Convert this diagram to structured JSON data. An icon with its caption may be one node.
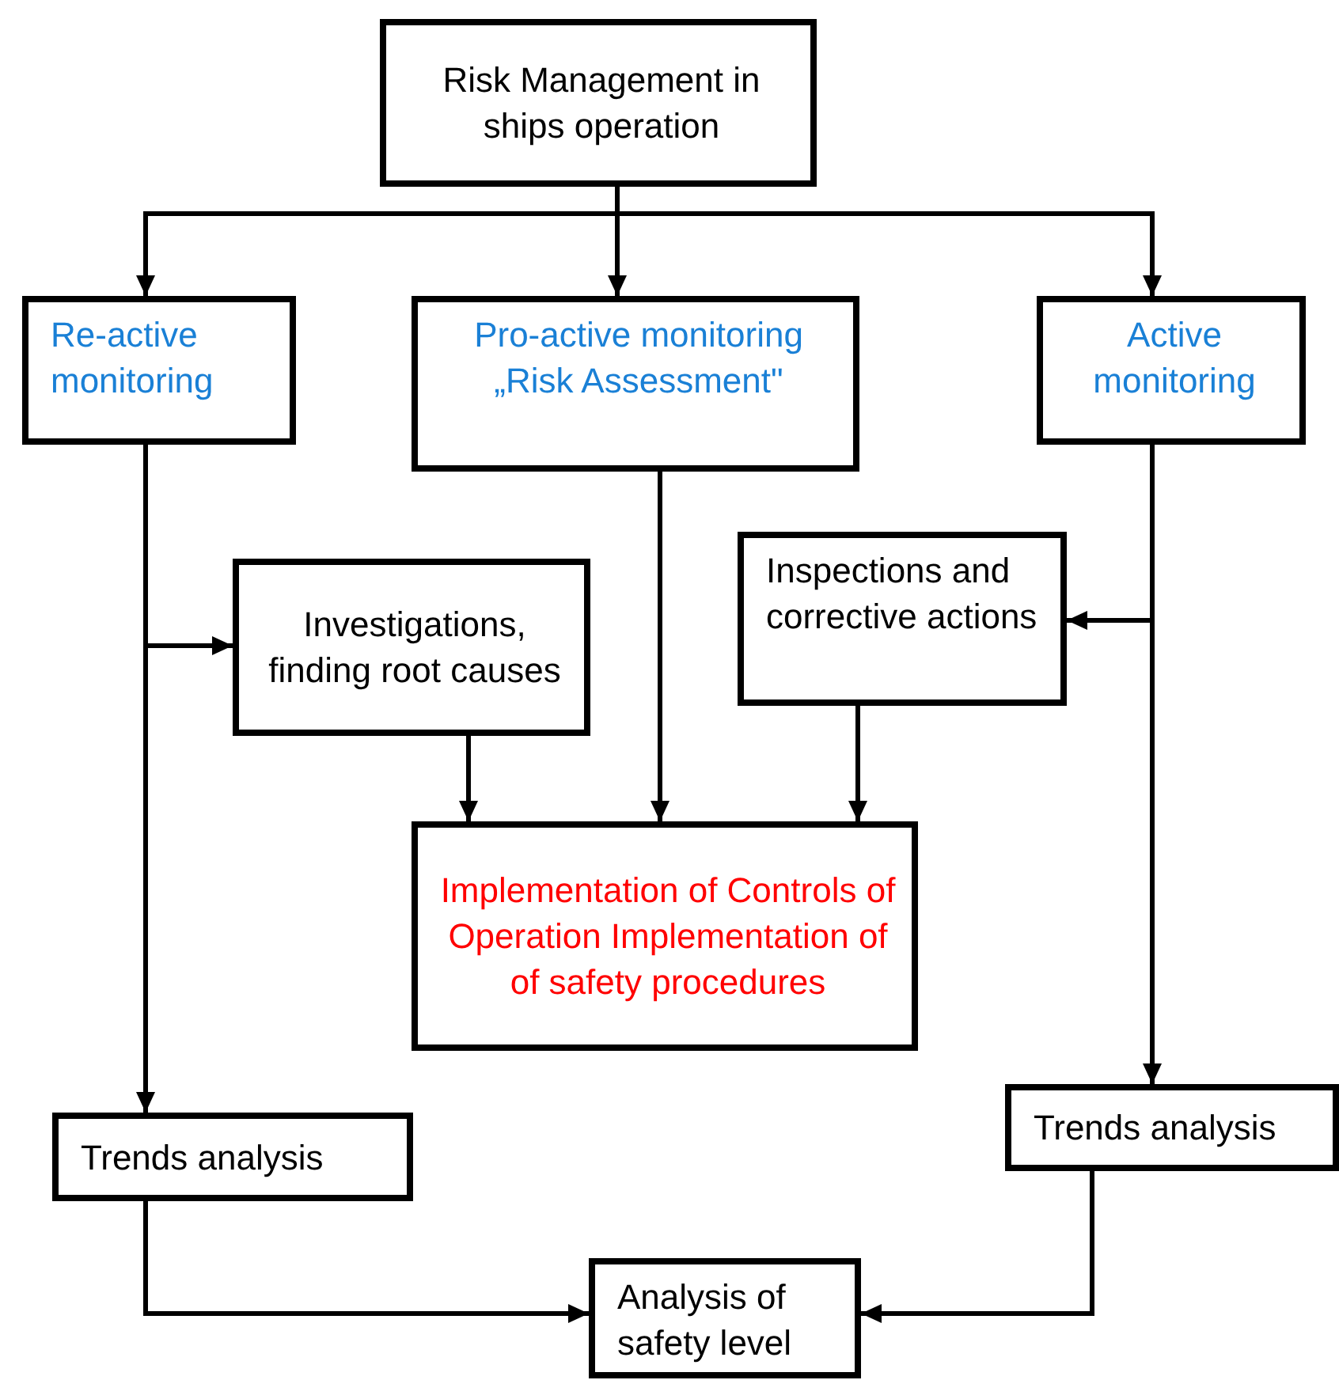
{
  "diagram": {
    "nodes": [
      {
        "text": [
          "Risk Management in ships operation"
        ]
      },
      {
        "text": [
          "Re-active monitoring"
        ]
      },
      {
        "text": [
          "Pro-active monitoring „Risk Assessment\""
        ]
      },
      {
        "text": [
          "Active monitoring"
        ]
      },
      {
        "text": [
          "Investigations, finding root causes"
        ]
      },
      {
        "text": [
          "Inspections and corrective actions"
        ]
      },
      {
        "text": [
          "Implementation of Controls of Operation Implementation of of safety procedures"
        ]
      },
      {
        "text": [
          "Trends analysis"
        ]
      },
      {
        "text": [
          "Trends analysis"
        ]
      },
      {
        "text": [
          "Analysis of safety level"
        ]
      }
    ],
    "edges": [
      {
        "from": 0,
        "to": 1,
        "arrow": "to"
      },
      {
        "from": 0,
        "to": 2,
        "arrow": "to"
      },
      {
        "from": 0,
        "to": 3,
        "arrow": "to"
      },
      {
        "from": 1,
        "to": 7,
        "arrow": "to"
      },
      {
        "from": 1,
        "to": 4,
        "arrow": "to"
      },
      {
        "from": 3,
        "to": 5,
        "arrow": "to"
      },
      {
        "from": 3,
        "to": 8,
        "arrow": "to"
      },
      {
        "from": 4,
        "to": 6,
        "arrow": "to"
      },
      {
        "from": 2,
        "to": 6,
        "arrow": "to"
      },
      {
        "from": 5,
        "to": 6,
        "arrow": "to"
      },
      {
        "from": 7,
        "to": 9,
        "arrow": "to"
      },
      {
        "from": 8,
        "to": 9,
        "arrow": "to"
      }
    ]
  }
}
